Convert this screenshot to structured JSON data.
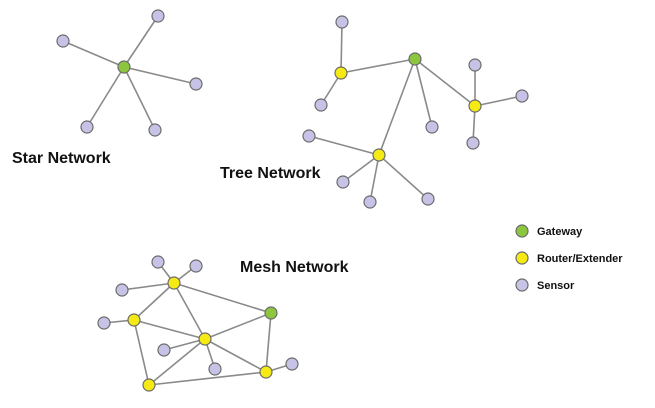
{
  "colors": {
    "gateway": "#8cc63f",
    "router": "#f5ea14",
    "sensor": "#c6c3e6"
  },
  "titles": {
    "star": "Star Network",
    "tree": "Tree Network",
    "mesh": "Mesh Network"
  },
  "legend": [
    {
      "key": "gateway",
      "label": "Gateway",
      "icon": "gateway-node-icon"
    },
    {
      "key": "router",
      "label": "Router/Extender",
      "icon": "router-node-icon"
    },
    {
      "key": "sensor",
      "label": "Sensor",
      "icon": "sensor-node-icon"
    }
  ],
  "networks": {
    "star": {
      "nodes": [
        {
          "id": "g",
          "type": "gateway"
        },
        {
          "id": "s1",
          "type": "sensor"
        },
        {
          "id": "s2",
          "type": "sensor"
        },
        {
          "id": "s3",
          "type": "sensor"
        },
        {
          "id": "s4",
          "type": "sensor"
        },
        {
          "id": "s5",
          "type": "sensor"
        }
      ],
      "edges": [
        [
          "g",
          "s1"
        ],
        [
          "g",
          "s2"
        ],
        [
          "g",
          "s3"
        ],
        [
          "g",
          "s4"
        ],
        [
          "g",
          "s5"
        ]
      ]
    },
    "tree": {
      "nodes": [
        {
          "id": "g",
          "type": "gateway"
        },
        {
          "id": "r1",
          "type": "router"
        },
        {
          "id": "r2",
          "type": "router"
        },
        {
          "id": "r3",
          "type": "router"
        },
        {
          "id": "s1",
          "type": "sensor"
        },
        {
          "id": "s2",
          "type": "sensor"
        },
        {
          "id": "s3",
          "type": "sensor"
        },
        {
          "id": "s4",
          "type": "sensor"
        },
        {
          "id": "s5",
          "type": "sensor"
        },
        {
          "id": "s6",
          "type": "sensor"
        },
        {
          "id": "s7",
          "type": "sensor"
        },
        {
          "id": "s8",
          "type": "sensor"
        },
        {
          "id": "s9",
          "type": "sensor"
        },
        {
          "id": "s10",
          "type": "sensor"
        }
      ],
      "edges": [
        [
          "g",
          "r1"
        ],
        [
          "g",
          "r2"
        ],
        [
          "g",
          "r3"
        ],
        [
          "g",
          "s3"
        ],
        [
          "r1",
          "s1"
        ],
        [
          "r1",
          "s2"
        ],
        [
          "r2",
          "s4"
        ],
        [
          "r2",
          "s5"
        ],
        [
          "r2",
          "s6"
        ],
        [
          "r3",
          "s7"
        ],
        [
          "r3",
          "s8"
        ],
        [
          "r3",
          "s9"
        ],
        [
          "r3",
          "s10"
        ]
      ]
    },
    "mesh": {
      "nodes": [
        {
          "id": "r1",
          "type": "router"
        },
        {
          "id": "r2",
          "type": "router"
        },
        {
          "id": "r3",
          "type": "router"
        },
        {
          "id": "r4",
          "type": "router"
        },
        {
          "id": "r5",
          "type": "router"
        },
        {
          "id": "g",
          "type": "gateway"
        },
        {
          "id": "s1",
          "type": "sensor"
        },
        {
          "id": "s2",
          "type": "sensor"
        },
        {
          "id": "s3",
          "type": "sensor"
        },
        {
          "id": "s4",
          "type": "sensor"
        },
        {
          "id": "s5",
          "type": "sensor"
        },
        {
          "id": "s6",
          "type": "sensor"
        },
        {
          "id": "s7",
          "type": "sensor"
        }
      ],
      "edges": [
        [
          "r1",
          "s1"
        ],
        [
          "r1",
          "s2"
        ],
        [
          "r1",
          "s3"
        ],
        [
          "r1",
          "r2"
        ],
        [
          "r1",
          "r3"
        ],
        [
          "r1",
          "g"
        ],
        [
          "r2",
          "s4"
        ],
        [
          "r2",
          "r3"
        ],
        [
          "r2",
          "r4"
        ],
        [
          "r3",
          "s5"
        ],
        [
          "r3",
          "s6"
        ],
        [
          "r3",
          "r4"
        ],
        [
          "r3",
          "r5"
        ],
        [
          "r3",
          "g"
        ],
        [
          "r4",
          "r5"
        ],
        [
          "g",
          "r5"
        ],
        [
          "r5",
          "s7"
        ]
      ]
    }
  }
}
